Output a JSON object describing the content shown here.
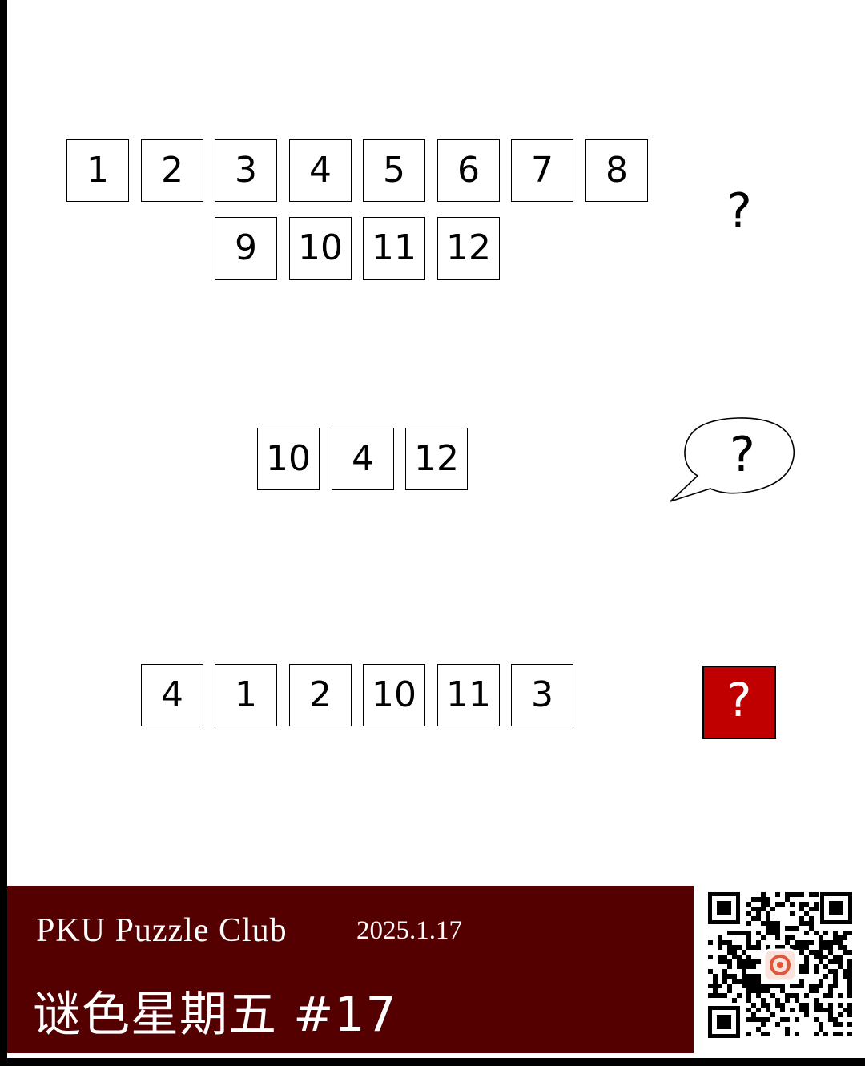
{
  "colors": {
    "accent": "#c00000",
    "footer_bg": "#550000",
    "footer_text": "#ffffff"
  },
  "row1": {
    "cards": [
      "1",
      "2",
      "3",
      "4",
      "5",
      "6",
      "7",
      "8"
    ]
  },
  "row2": {
    "cards": [
      "9",
      "10",
      "11",
      "12"
    ]
  },
  "row1_answer": "?",
  "row3": {
    "cards": [
      "10",
      "4",
      "12"
    ]
  },
  "row3_answer": "?",
  "row4": {
    "cards": [
      "4",
      "1",
      "2",
      "10",
      "11",
      "3"
    ]
  },
  "row4_answer": "?",
  "footer": {
    "club": "PKU Puzzle Club",
    "date": "2025.1.17",
    "subtitle": "谜色星期五 #17"
  },
  "qr_icon": "qr-code-icon"
}
